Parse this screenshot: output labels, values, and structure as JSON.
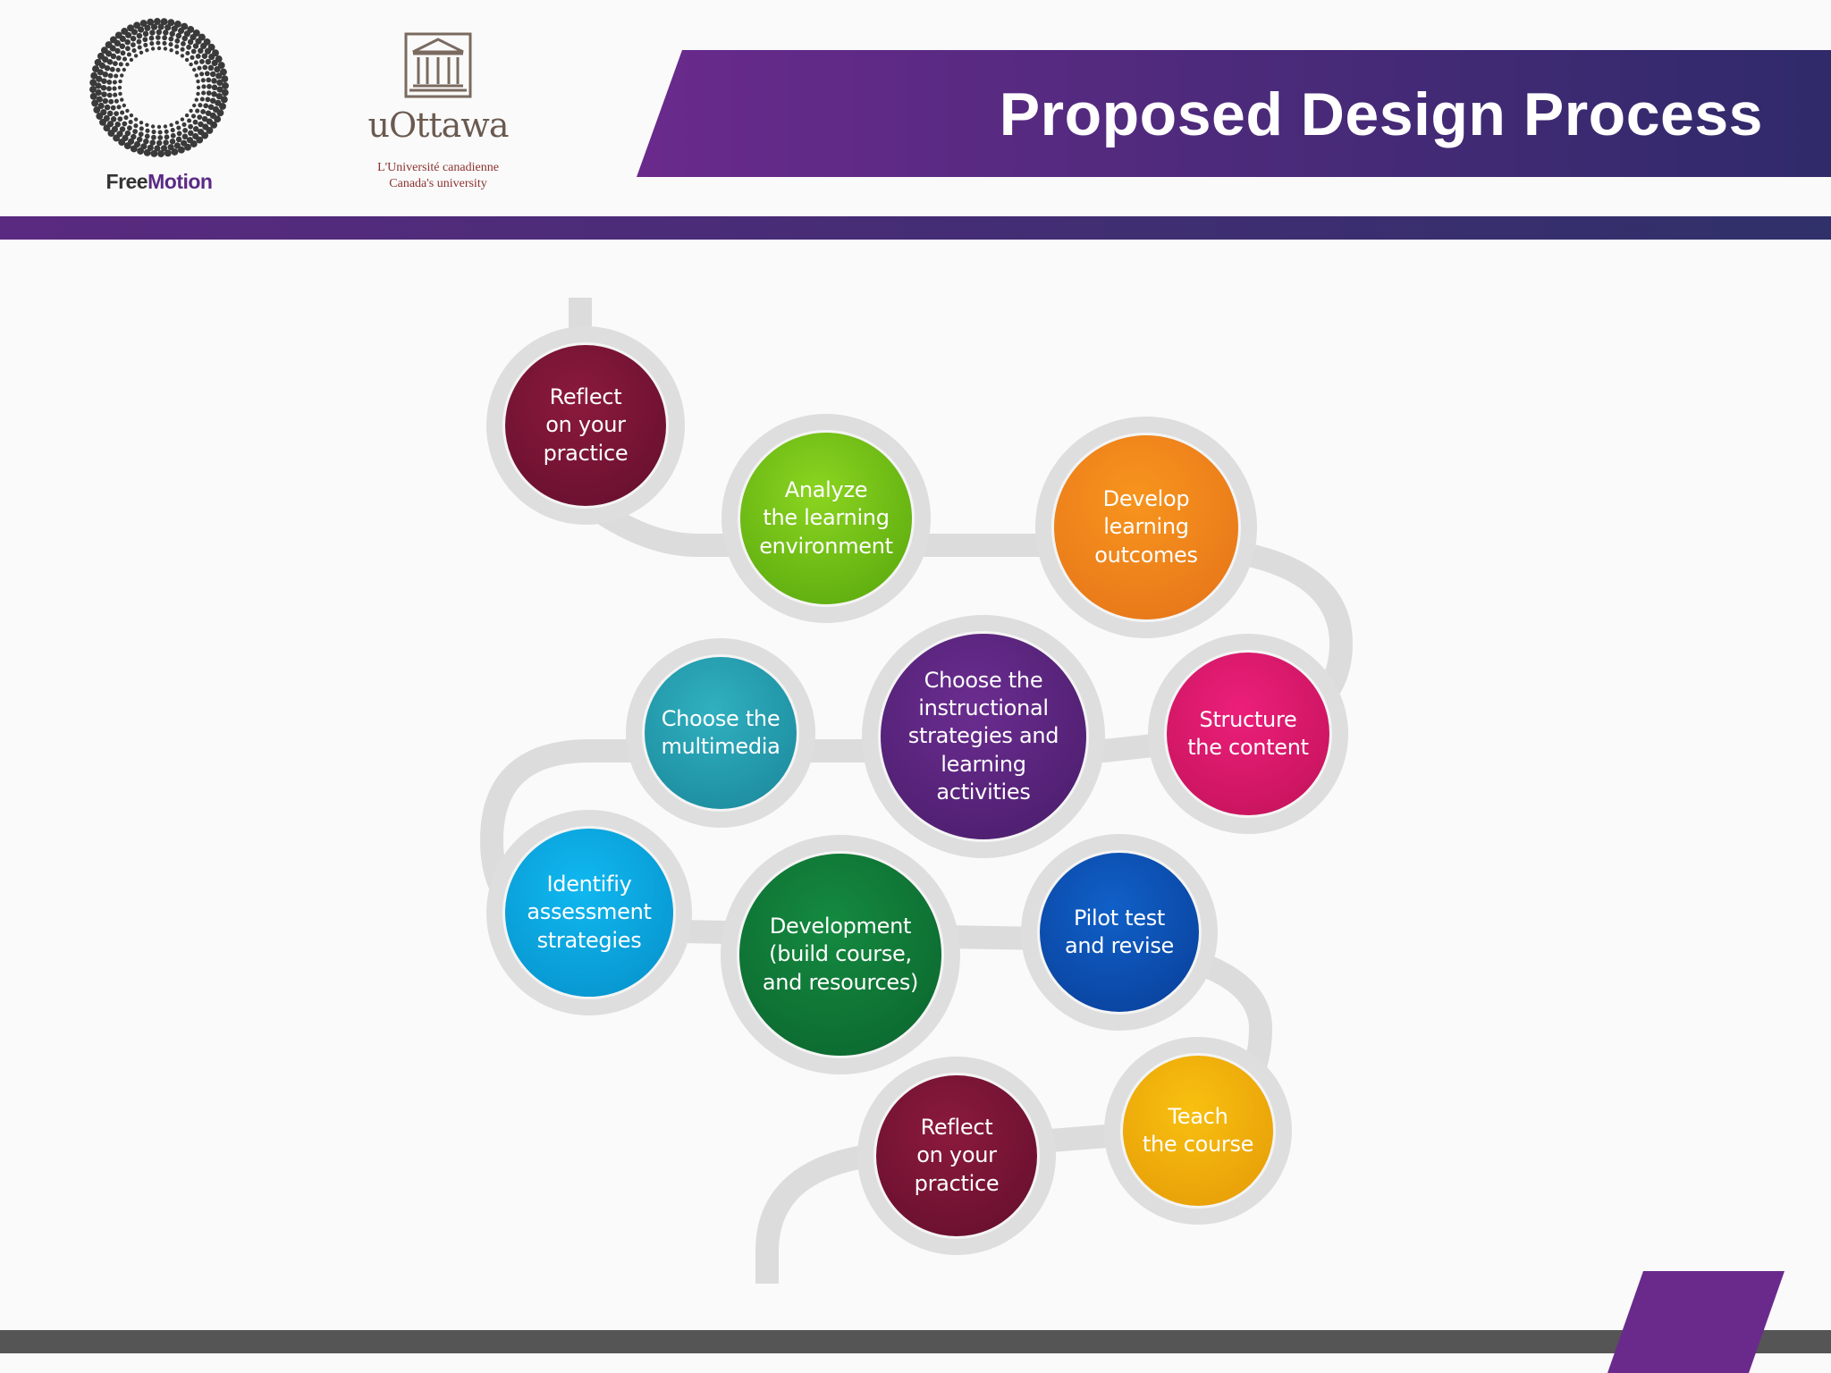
{
  "header": {
    "title": "Proposed Design Process",
    "colors": {
      "banner_start": "#6a2a8c",
      "banner_end": "#2f2a6a",
      "rule": "#4a2a80"
    }
  },
  "logos": {
    "freemotion": {
      "free": "Free",
      "motion": "Motion"
    },
    "uottawa": {
      "name": "uOttawa",
      "line1": "L'Université canadienne",
      "line2": "Canada's university"
    }
  },
  "nodes": [
    {
      "label": "Reflect\non your\npractice",
      "color": "#8b1a3c",
      "color_dark": "#6a1030"
    },
    {
      "label": "Analyze\nthe learning\nenvironment",
      "color": "#8bd420",
      "color_dark": "#5fae10"
    },
    {
      "label": "Develop\nlearning\noutcomes",
      "color": "#f7941d",
      "color_dark": "#e8781a"
    },
    {
      "label": "Structure\nthe content",
      "color": "#ec1f7a",
      "color_dark": "#c8145e"
    },
    {
      "label": "Choose the\ninstructional\nstrategies and\nlearning\nactivities",
      "color": "#6b2d90",
      "color_dark": "#4e1f70"
    },
    {
      "label": "Choose the\nmultimedia",
      "color": "#30b0c0",
      "color_dark": "#1d8ea0"
    },
    {
      "label": "Identifiy\nassessment\nstrategies",
      "color": "#10b8f0",
      "color_dark": "#0896d0"
    },
    {
      "label": "Development\n(build course,\nand resources)",
      "color": "#158a40",
      "color_dark": "#0c6a30"
    },
    {
      "label": "Pilot test\nand revise",
      "color": "#1060c8",
      "color_dark": "#0a44a0"
    },
    {
      "label": "Teach\nthe course",
      "color": "#f8c010",
      "color_dark": "#e8a008"
    },
    {
      "label": "Reflect\non your\npractice",
      "color": "#8b1a3c",
      "color_dark": "#6a1030"
    }
  ],
  "path_color": "#dcdcdc",
  "footer": {
    "bar_color": "#555555",
    "accent": "#6a2a8c"
  }
}
